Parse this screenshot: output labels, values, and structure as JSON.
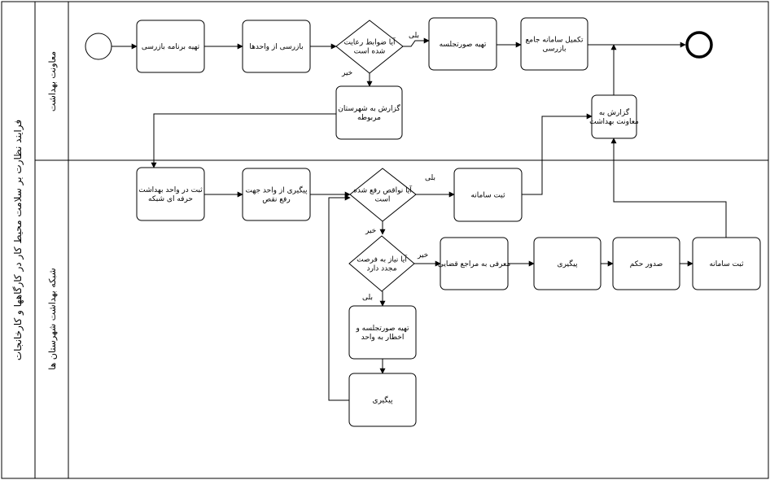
{
  "pool": {
    "title": "فرایند نظارت بر سلامت محیط کار در کارگاهها و کارخانجات"
  },
  "lanes": [
    {
      "id": "lane1",
      "title": "معاونت بهداشت"
    },
    {
      "id": "lane2",
      "title": "شبکه بهداشت شهرستان ها"
    }
  ],
  "tasks": [
    {
      "id": "t1",
      "lines": [
        "تهیه برنامه بازرسی"
      ]
    },
    {
      "id": "t2",
      "lines": [
        "بازرسی از واحدها"
      ]
    },
    {
      "id": "t3",
      "lines": [
        "تهیه صورتجلسه"
      ]
    },
    {
      "id": "t4",
      "lines": [
        "تکمیل سامانه جامع",
        "بازرسی"
      ]
    },
    {
      "id": "t5",
      "lines": [
        "گزارش به شهرستان",
        "مربوطه"
      ]
    },
    {
      "id": "t6",
      "lines": [
        "گزارش به",
        "معاونت بهداشت"
      ]
    },
    {
      "id": "t7",
      "lines": [
        "ثبت در واحد بهداشت",
        "حرفه ای شبکه"
      ]
    },
    {
      "id": "t8",
      "lines": [
        "پیگیری از واحد جهت",
        "رفع نقص"
      ]
    },
    {
      "id": "t9",
      "lines": [
        "ثبت سامانه"
      ]
    },
    {
      "id": "t10",
      "lines": [
        "معرفی به مراجع قضایی"
      ]
    },
    {
      "id": "t11",
      "lines": [
        "پیگیری"
      ]
    },
    {
      "id": "t12",
      "lines": [
        "صدور حکم"
      ]
    },
    {
      "id": "t13",
      "lines": [
        "ثبت سامانه"
      ]
    },
    {
      "id": "t14",
      "lines": [
        "تهیه صورتجلسه و",
        "اخطار به واحد"
      ]
    },
    {
      "id": "t15",
      "lines": [
        "پیگیری"
      ]
    }
  ],
  "gateways": [
    {
      "id": "g1",
      "lines": [
        "آیا ضوابط رعایت",
        "شده است"
      ]
    },
    {
      "id": "g2",
      "lines": [
        "آیا نواقص رفع شده",
        "است"
      ]
    },
    {
      "id": "g3",
      "lines": [
        "آیا نیاز به فرصت",
        "مجدد دارد"
      ]
    }
  ],
  "conditions": [
    {
      "id": "c1",
      "text": "بلی"
    },
    {
      "id": "c2",
      "text": "خیر"
    },
    {
      "id": "c3",
      "text": "بلی"
    },
    {
      "id": "c4",
      "text": "خیر"
    },
    {
      "id": "c5",
      "text": "خیر"
    },
    {
      "id": "c6",
      "text": "بلی"
    }
  ]
}
